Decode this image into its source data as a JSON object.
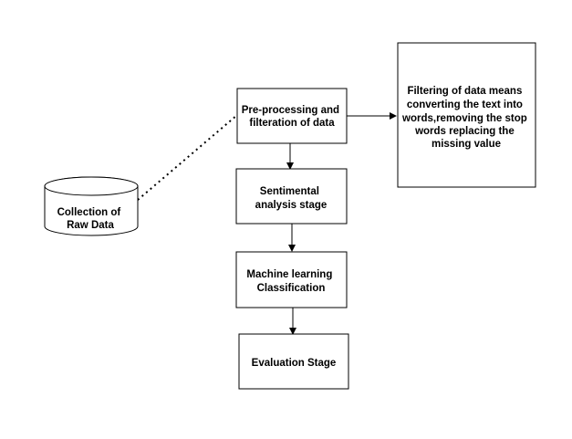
{
  "nodes": {
    "raw_data": {
      "lines": [
        "Collection of",
        "Raw Data"
      ],
      "shape": "cylinder"
    },
    "preprocessing": {
      "lines": [
        "Pre-processing and",
        "filteration of data"
      ],
      "shape": "rectangle"
    },
    "sentimental": {
      "lines": [
        "Sentimental",
        "analysis stage"
      ],
      "shape": "rectangle"
    },
    "ml_classification": {
      "lines": [
        "Machine learning",
        "Classification"
      ],
      "shape": "rectangle"
    },
    "evaluation": {
      "lines": [
        "Evaluation Stage"
      ],
      "shape": "rectangle"
    },
    "filtering_note": {
      "lines": [
        "Filtering of data means",
        "converting the text into",
        "words,removing the stop",
        "words replacing the",
        "missing value"
      ],
      "shape": "rectangle"
    }
  },
  "edges": [
    {
      "from": "raw_data",
      "to": "preprocessing",
      "style": "dotted",
      "arrow": false
    },
    {
      "from": "preprocessing",
      "to": "filtering_note",
      "style": "solid",
      "arrow": true
    },
    {
      "from": "preprocessing",
      "to": "sentimental",
      "style": "solid",
      "arrow": true
    },
    {
      "from": "sentimental",
      "to": "ml_classification",
      "style": "solid",
      "arrow": true
    },
    {
      "from": "ml_classification",
      "to": "evaluation",
      "style": "solid",
      "arrow": true
    }
  ],
  "colors": {
    "stroke": "#000000",
    "fill": "#ffffff",
    "text": "#000000"
  }
}
